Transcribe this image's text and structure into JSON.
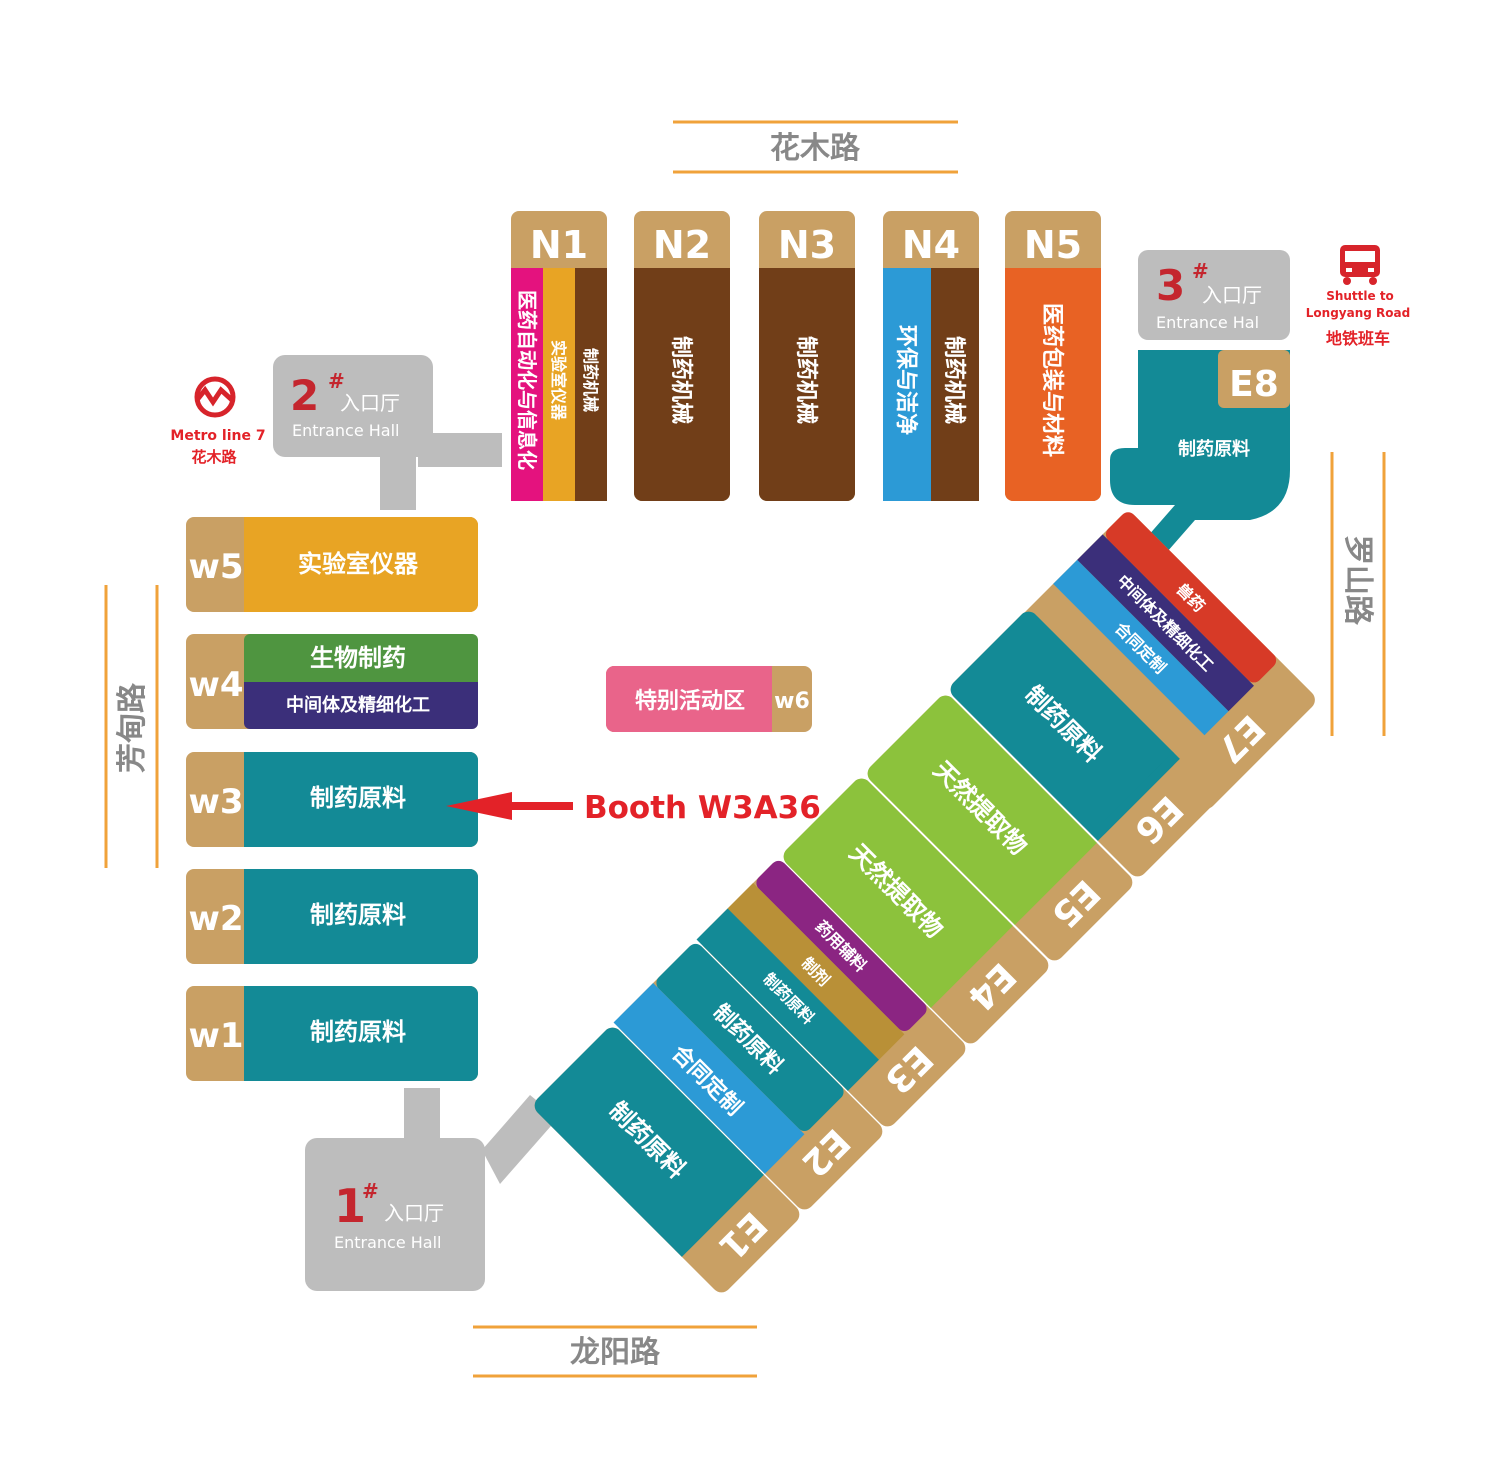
{
  "roads": {
    "north": "花木路",
    "south": "龙阳路",
    "west": "芳甸路",
    "east": "罗山路"
  },
  "colors": {
    "tan": "#c9a064",
    "teal": "#138a96",
    "brown": "#713e18",
    "orange": "#e8a424",
    "magenta": "#e4127e",
    "blue": "#2c9ad6",
    "orange_red": "#e86224",
    "green": "#4f9540",
    "indigo": "#3b2f7a",
    "pink": "#e9648a",
    "lime": "#8cc23c",
    "red": "#d73a27",
    "purple": "#8b2582",
    "gold": "#b99037",
    "gray": "#bdbdbd",
    "road_line": "#f0a23a"
  },
  "entrances": {
    "e1": {
      "num": "1",
      "sup": "#",
      "cn": "入口厅",
      "en": "Entrance Hall"
    },
    "e2": {
      "num": "2",
      "sup": "#",
      "cn": "入口厅",
      "en": "Entrance Hall"
    },
    "e3": {
      "num": "3",
      "sup": "#",
      "cn": "入口厅",
      "en": "Entrance Hal"
    }
  },
  "metro": {
    "icon": "metro-logo-icon",
    "line": "Metro line 7",
    "station": "花木路"
  },
  "shuttle": {
    "icon": "bus-icon",
    "en1": "Shuttle to",
    "en2": "Longyang Road",
    "cn": "地铁班车"
  },
  "halls": {
    "N1": {
      "label": "N1",
      "zones": [
        "医药自动化与信息化",
        "实验室仪器",
        "制药机械"
      ]
    },
    "N2": {
      "label": "N2",
      "zones": [
        "制药机械"
      ]
    },
    "N3": {
      "label": "N3",
      "zones": [
        "制药机械"
      ]
    },
    "N4": {
      "label": "N4",
      "zones": [
        "环保与洁净",
        "制药机械"
      ]
    },
    "N5": {
      "label": "N5",
      "zones": [
        "医药包装与材料"
      ]
    },
    "E8": {
      "label": "E8",
      "zones": [
        "制药原料"
      ]
    },
    "W5": {
      "label": "w5",
      "zones": [
        "实验室仪器"
      ]
    },
    "W4": {
      "label": "w4",
      "zones": [
        "生物制药",
        "中间体及精细化工"
      ]
    },
    "W3": {
      "label": "w3",
      "zones": [
        "制药原料"
      ]
    },
    "W2": {
      "label": "w2",
      "zones": [
        "制药原料"
      ]
    },
    "W1": {
      "label": "w1",
      "zones": [
        "制药原料"
      ]
    },
    "W6": {
      "label": "w6",
      "zones": [
        "特别活动区"
      ]
    },
    "E7": {
      "label": "E7",
      "zones": [
        "兽药",
        "中间体及精细化工",
        "合同定制"
      ]
    },
    "E6": {
      "label": "E6",
      "zones": [
        "制药原料"
      ]
    },
    "E5": {
      "label": "E5",
      "zones": [
        "天然提取物"
      ]
    },
    "E4": {
      "label": "E4",
      "zones": [
        "天然提取物"
      ]
    },
    "E3": {
      "label": "E3",
      "zones": [
        "药用辅料",
        "制剂",
        "制药原料"
      ]
    },
    "E2": {
      "label": "E2",
      "zones": [
        "制药原料",
        "合同定制"
      ]
    },
    "E1": {
      "label": "E1",
      "zones": [
        "制药原料"
      ]
    }
  },
  "booth": {
    "label": "Booth W3A36",
    "arrow_icon": "arrow-left-icon"
  }
}
